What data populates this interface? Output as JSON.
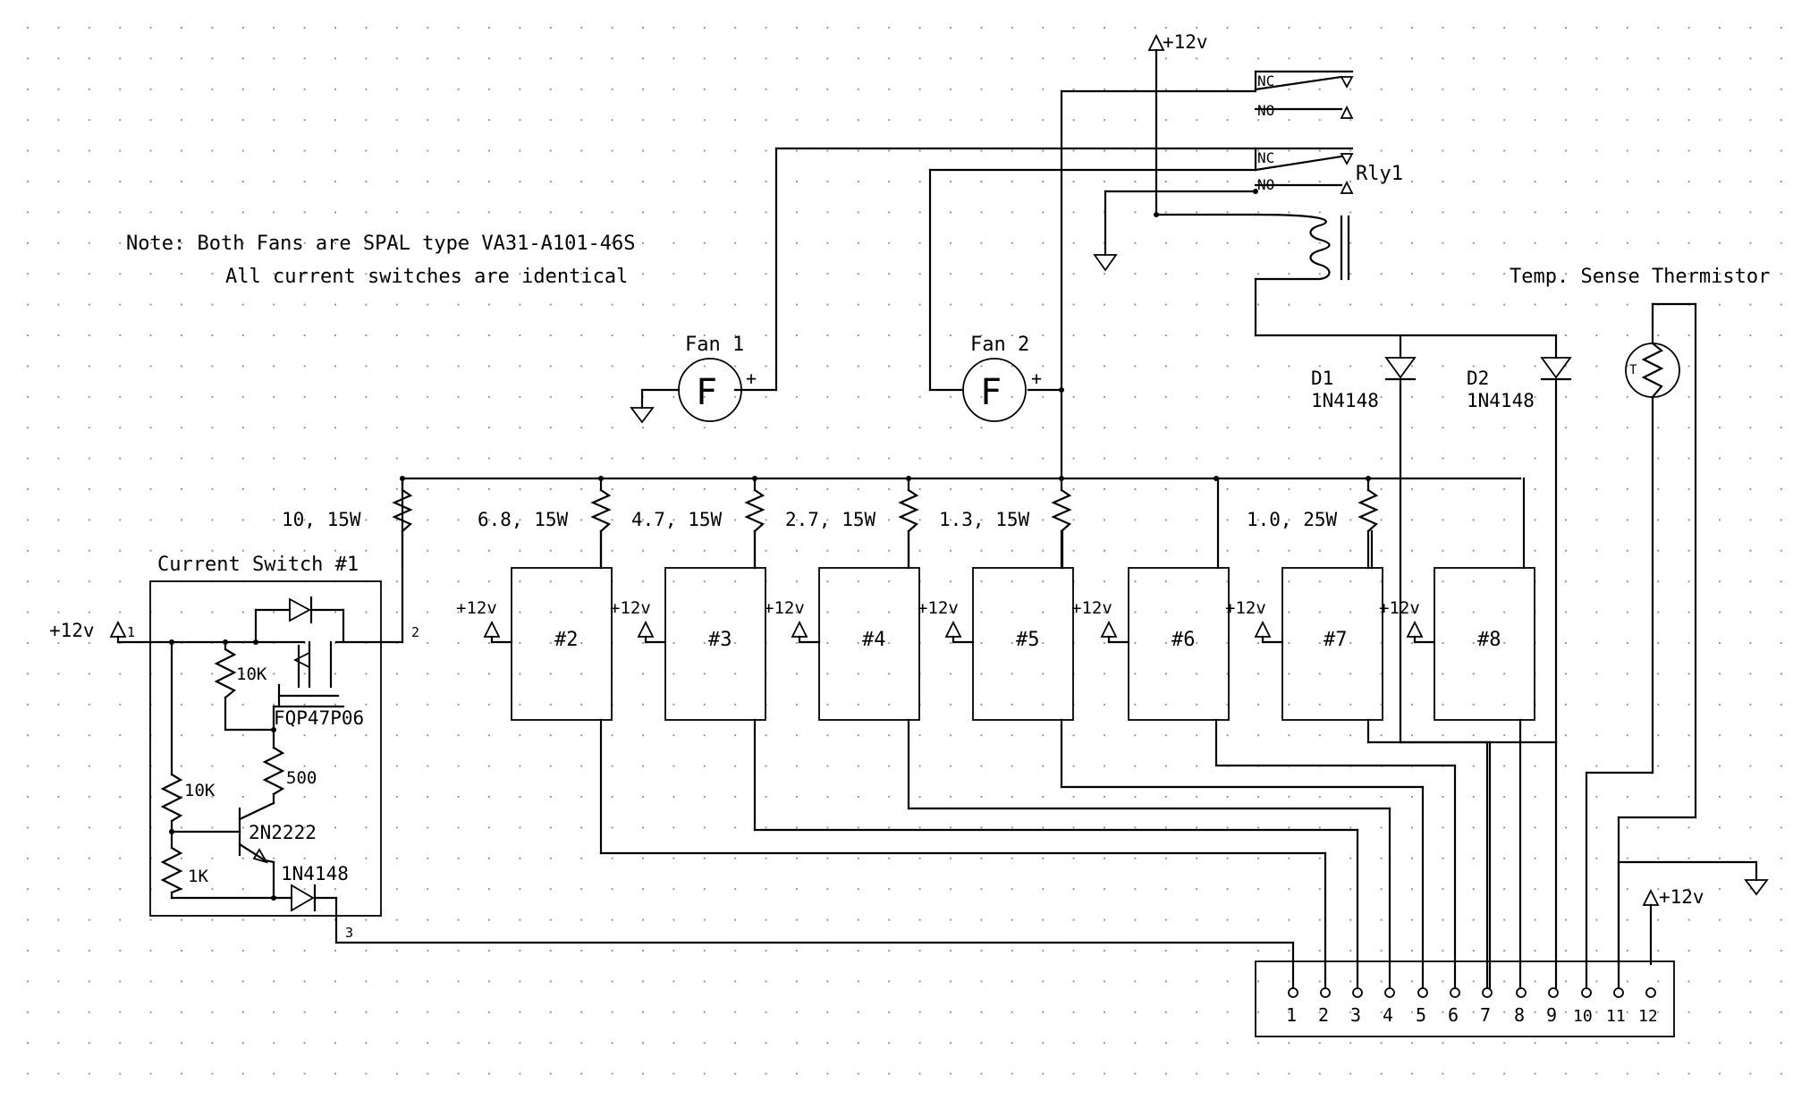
{
  "note": {
    "line1": "Note:  Both Fans are SPAL type VA31-A101-46S",
    "line2": "All current switches are identical"
  },
  "supply": "+12v",
  "relay": {
    "name": "Rly1",
    "contacts": [
      "NC",
      "NO",
      "NC",
      "NO"
    ]
  },
  "fans": [
    {
      "name": "Fan 1",
      "symbol": "F",
      "polarity": "+"
    },
    {
      "name": "Fan 2",
      "symbol": "F",
      "polarity": "+"
    }
  ],
  "diodes": [
    {
      "ref": "D1",
      "part": "1N4148"
    },
    {
      "ref": "D2",
      "part": "1N4148"
    }
  ],
  "thermistor": {
    "label": "Temp. Sense Thermistor",
    "symbol": "T"
  },
  "resistors": [
    "10, 15W",
    "6.8, 15W",
    "4.7, 15W",
    "2.7, 15W",
    "1.3, 15W",
    "1.0, 25W"
  ],
  "switch_blocks": [
    "#2",
    "#3",
    "#4",
    "#5",
    "#6",
    "#7",
    "#8"
  ],
  "current_switch": {
    "title": "Current Switch #1",
    "pins": [
      "1",
      "2",
      "3"
    ],
    "mosfet": "FQP47P06",
    "transistor": "2N2222",
    "diode": "1N4148",
    "r_gate": "10K",
    "r_base_top": "10K",
    "r_base_bottom": "1K",
    "r_collector": "500"
  },
  "connector": {
    "pins": [
      "1",
      "2",
      "3",
      "4",
      "5",
      "6",
      "7",
      "8",
      "9",
      "10",
      "11",
      "12"
    ]
  }
}
